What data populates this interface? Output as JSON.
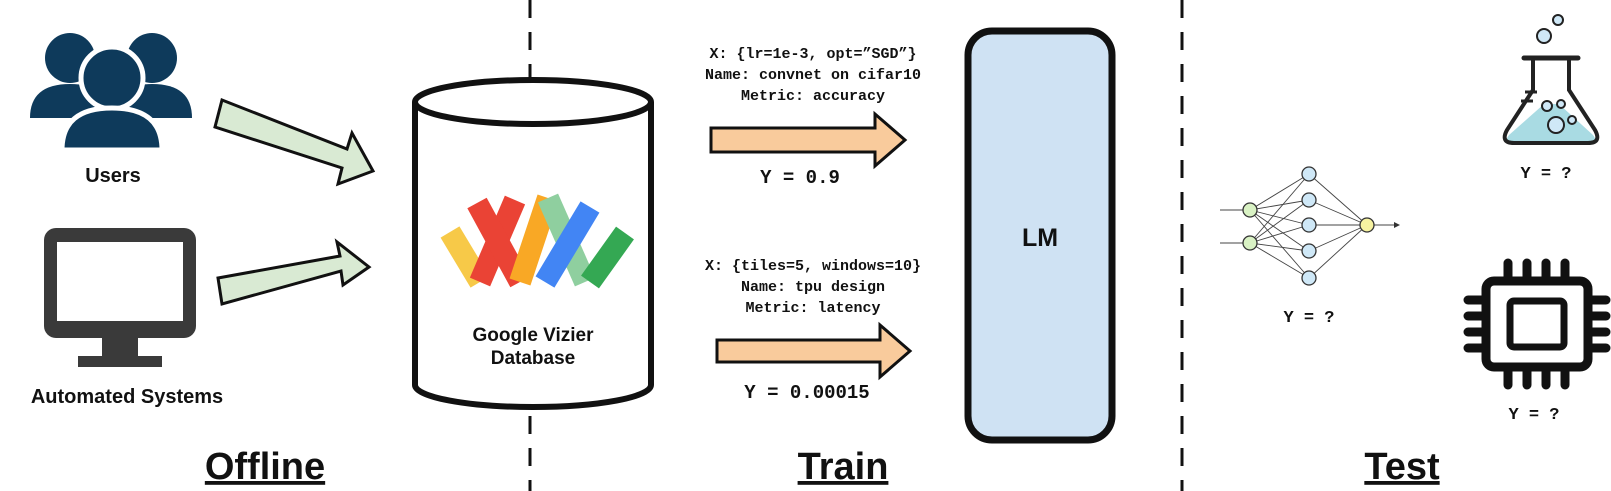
{
  "sections": {
    "offline": "Offline",
    "train": "Train",
    "test": "Test"
  },
  "sources": {
    "users": "Users",
    "automated": "Automated Systems"
  },
  "database": {
    "line1": "Google Vizier",
    "line2": "Database"
  },
  "examples": [
    {
      "x": "X: {lr=1e-3, opt=”SGD”}",
      "name": "Name: convnet on cifar10",
      "metric": "Metric: accuracy",
      "y": "Y = 0.9"
    },
    {
      "x": "X: {tiles=5, windows=10}",
      "name": "Name: tpu design",
      "metric": "Metric: latency",
      "y": "Y = 0.00015"
    }
  ],
  "model": {
    "label": "LM"
  },
  "test_outputs": {
    "flask": "Y = ?",
    "network": "Y = ?",
    "chip": "Y = ?"
  },
  "colors": {
    "icon_navy": "#0e3a5b",
    "green_arrow_fill": "#d9ead3",
    "orange_arrow_fill": "#f9cb9c",
    "lm_fill": "#cfe2f3",
    "flask_liquid": "#a9dbe3",
    "nn_node_green": "#d9f2c4",
    "nn_node_blue": "#cfe8f7",
    "nn_node_yellow": "#f7f3a1",
    "logo_yellow": "#f7c948",
    "logo_orange": "#f9a825",
    "logo_red": "#ea4335",
    "logo_blue": "#4285f4",
    "logo_teal": "#8fcf9f",
    "logo_green": "#34a853"
  }
}
